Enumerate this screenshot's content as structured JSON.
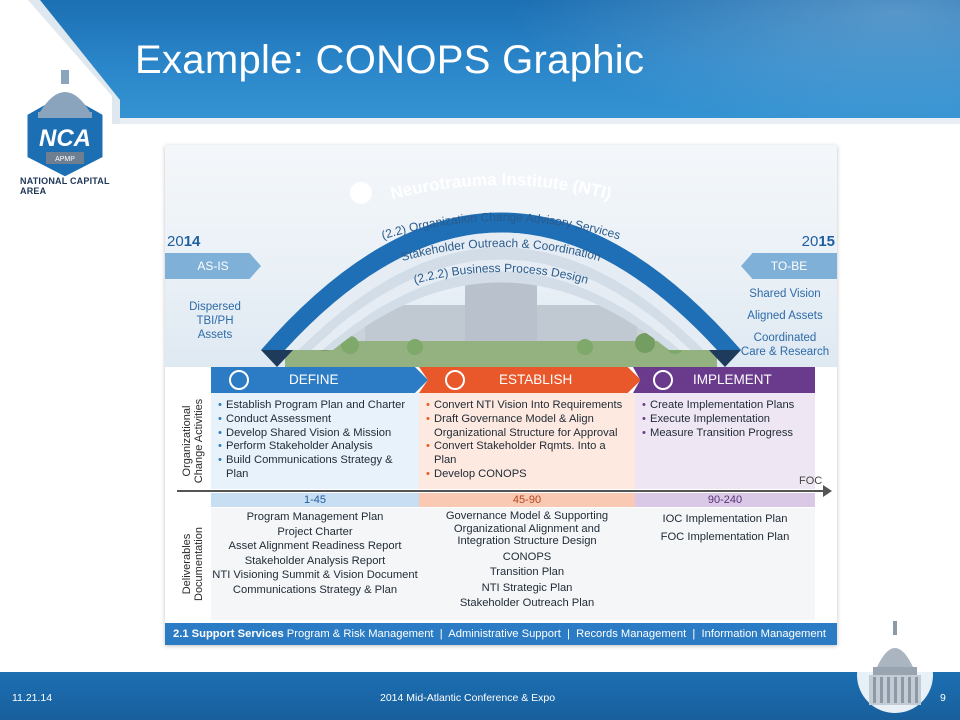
{
  "slide": {
    "title": "Example: CONOPS Graphic",
    "logo": {
      "initials": "NCA",
      "sub": "APMP",
      "caption": "NATIONAL CAPITAL AREA"
    },
    "footer": {
      "date": "11.21.14",
      "conference": "2014 Mid-Atlantic Conference & Expo",
      "page": "9"
    }
  },
  "diagram": {
    "arch": {
      "title": "Neurotrauma Institute (NTI)",
      "line1": "(2.2) Organization Change Advisory Services",
      "line2": "Stakeholder Outreach & Coordination",
      "line3": "(2.2.2) Business Process Design"
    },
    "left": {
      "year_prefix": "20",
      "year_bold": "14",
      "badge": "AS-IS",
      "lines": [
        "Dispersed",
        "TBI/PH",
        "Assets"
      ]
    },
    "right": {
      "year_prefix": "20",
      "year_bold": "15",
      "badge": "TO-BE",
      "lines": [
        "Shared Vision",
        "Aligned Assets",
        "Coordinated",
        "Care & Research"
      ]
    },
    "phases": {
      "define": {
        "label": "DEFINE",
        "activities": [
          "Establish Program Plan and Charter",
          "Conduct Assessment",
          "Develop Shared Vision & Mission",
          "Perform Stakeholder Analysis",
          "Build Communications Strategy & Plan"
        ],
        "range": "1-45",
        "deliverables": [
          "Program Management Plan",
          "Project Charter",
          "Asset Alignment Readiness Report",
          "Stakeholder Analysis Report",
          "NTI Visioning Summit & Vision Document",
          "Communications Strategy & Plan"
        ]
      },
      "establish": {
        "label": "ESTABLISH",
        "activities": [
          "Convert NTI Vision Into Requirements",
          "Draft Governance Model & Align Organizational Structure for Approval",
          "Convert Stakeholder Rqmts. Into a Plan",
          "Develop CONOPS"
        ],
        "range": "45-90",
        "deliverables": [
          "Governance Model & Supporting",
          "Organizational Alignment and",
          "Integration Structure Design",
          "CONOPS",
          "Transition Plan",
          "NTI Strategic Plan",
          "Stakeholder Outreach Plan"
        ]
      },
      "implement": {
        "label": "IMPLEMENT",
        "activities": [
          "Create Implementation Plans",
          "Execute Implementation",
          "Measure Transition Progress"
        ],
        "range": "90-240",
        "deliverables": [
          "IOC Implementation Plan",
          "FOC Implementation Plan"
        ]
      }
    },
    "labels": {
      "activities_l1": "Organizational",
      "activities_l2": "Change Activities",
      "deliverables_l1": "Deliverables",
      "deliverables_l2": "Documentation",
      "foc": "FOC"
    },
    "support": {
      "bold": "2.1 Support Services",
      "items": "Program & Risk Management  |  Administrative Support  |  Records Management  |  Information Management"
    }
  },
  "colors": {
    "header_blue": "#1c6fb3",
    "define_blue": "#2b7cc4",
    "establish_orange": "#e8582a",
    "implement_purple": "#6a3a8c"
  }
}
